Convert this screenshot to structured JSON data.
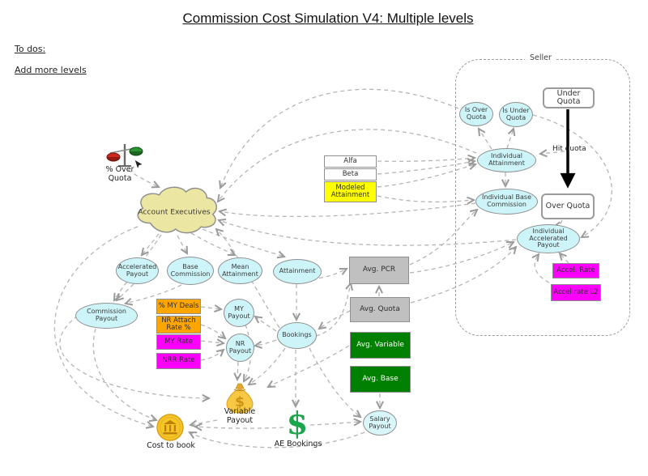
{
  "title": "Commission Cost Simulation V4: Multiple levels",
  "notes": {
    "heading": "To dos:",
    "item": "Add more levels"
  },
  "seller_group_label": "Seller",
  "flow_label": "Hit quota",
  "nodes": {
    "account_executives": "Account Executives",
    "pct_over_quota": "% Over Quota",
    "accelerated_payout": "Accelerated Payout",
    "base_commission": "Base Commission",
    "mean_attainment": "Mean Attainment",
    "attainment": "Attainment",
    "commission_payout": "Commission Payout",
    "pct_my_deals": "% MY Deals",
    "nr_attach_rate": "NR Attach Rate %",
    "my_rate": "MY Rate",
    "nrr_rate": "NRR Rate",
    "my_payout": "MY Payout",
    "nr_payout": "NR Payout",
    "bookings": "Bookings",
    "avg_pcr": "Avg. PCR",
    "avg_quota": "Avg. Quota",
    "avg_variable": "Avg. Variable",
    "avg_base": "Avg. Base",
    "alfa": "Alfa",
    "beta": "Beta",
    "modeled_attainment": "Modeled Attainment",
    "is_over_quota": "Is Over Quota",
    "is_under_quota": "Is Under Quota",
    "under_quota": "Under Quota",
    "over_quota": "Over Quota",
    "individual_attainment": "Individual Attainment",
    "individual_base_commission": "Individual Base Commission",
    "individual_accelerated_payout": "Individual Accelerated Payout",
    "accel_rate": "Accel. Rate",
    "accel_rate_l2": "Accel rate L2",
    "variable_payout": "Variable Payout",
    "ae_bookings": "AE Bookings",
    "cost_to_book": "Cost to book",
    "salary_payout": "Salary Payout"
  },
  "colors": {
    "variable_fill": "#cdf5f9",
    "cloud_fill": "#ebe6a2",
    "highlight_yellow": "#ffff00",
    "constant_gray": "#c0c0c0",
    "constant_green": "#008000",
    "constant_magenta": "#ff00ff",
    "constant_orange": "#ffa500",
    "edge_gray": "#b5b5b5",
    "flow_black": "#000000"
  }
}
